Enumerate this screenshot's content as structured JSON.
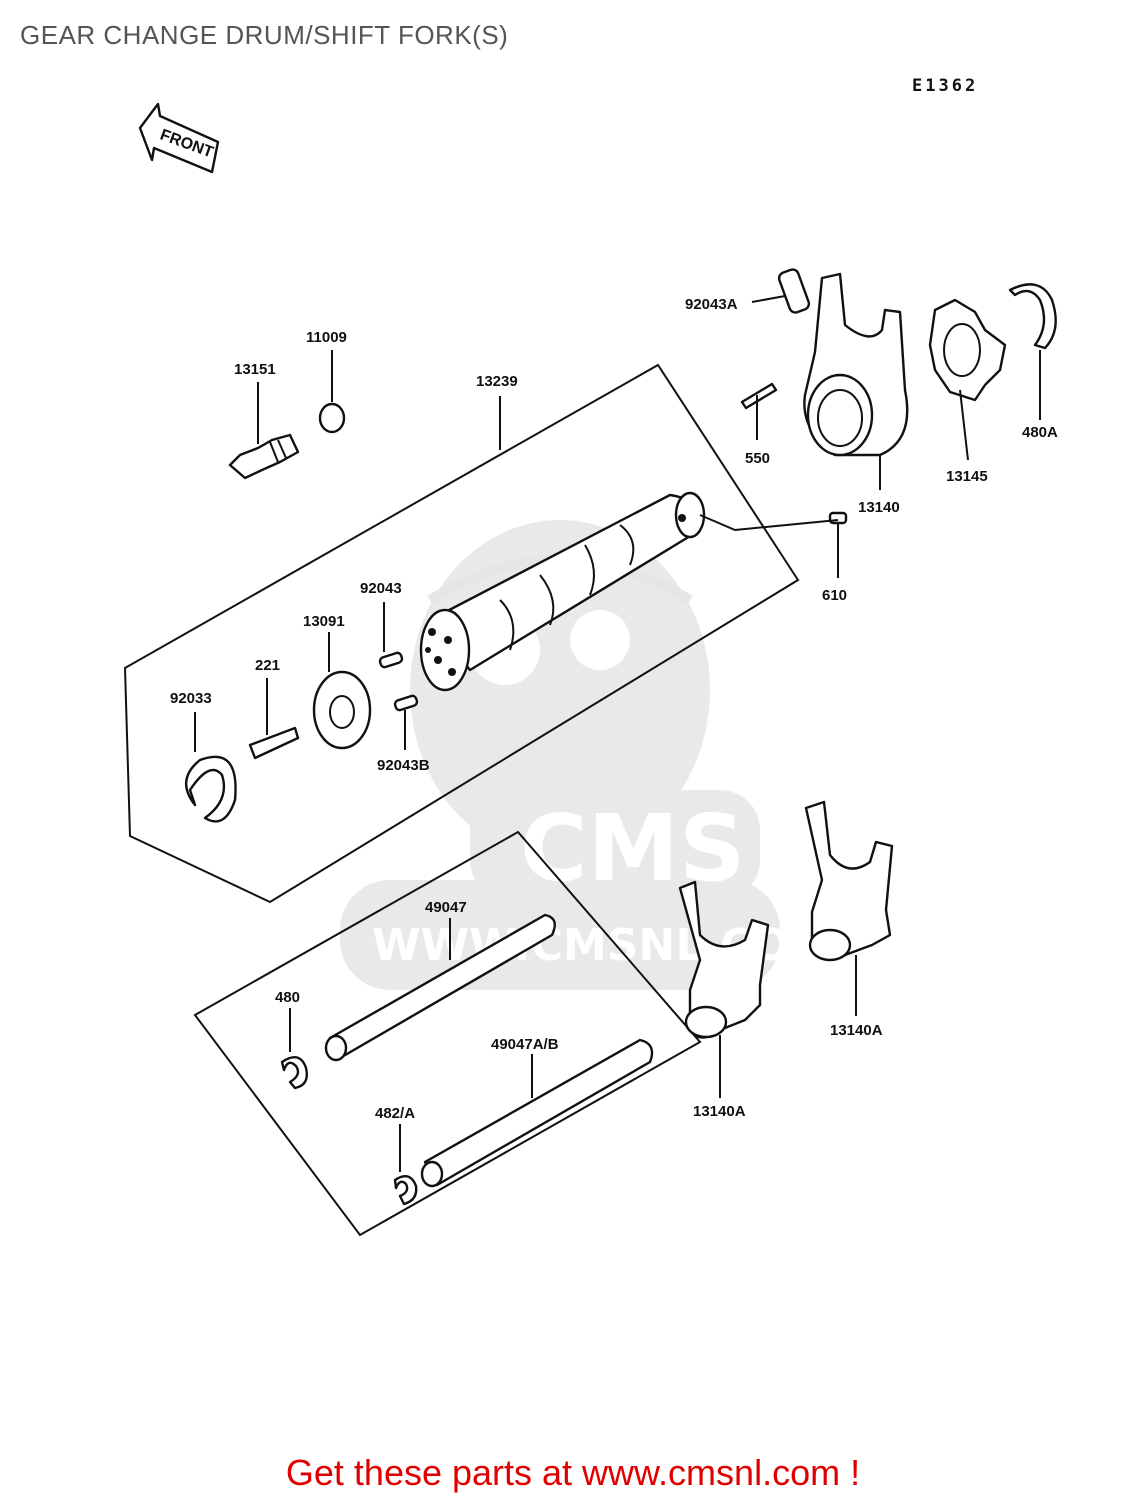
{
  "page": {
    "title": "GEAR CHANGE DRUM/SHIFT FORK(S)",
    "diagram_code": "E1362",
    "promo_text": "Get these parts at www.cmsnl.com !"
  },
  "watermark": {
    "brand": "CMS",
    "url": "WWW.CMSNL.COM"
  },
  "front_arrow": {
    "label": "FRONT"
  },
  "callouts": [
    {
      "name": "callout-92043A",
      "label": "92043A"
    },
    {
      "name": "callout-480A",
      "label": "480A"
    },
    {
      "name": "callout-550",
      "label": "550"
    },
    {
      "name": "callout-13145",
      "label": "13145"
    },
    {
      "name": "callout-13140",
      "label": "13140"
    },
    {
      "name": "callout-610",
      "label": "610"
    },
    {
      "name": "callout-11009",
      "label": "11009"
    },
    {
      "name": "callout-13151",
      "label": "13151"
    },
    {
      "name": "callout-13239",
      "label": "13239"
    },
    {
      "name": "callout-92043",
      "label": "92043"
    },
    {
      "name": "callout-13091",
      "label": "13091"
    },
    {
      "name": "callout-221",
      "label": "221"
    },
    {
      "name": "callout-92033",
      "label": "92033"
    },
    {
      "name": "callout-92043B",
      "label": "92043B"
    },
    {
      "name": "callout-49047",
      "label": "49047"
    },
    {
      "name": "callout-480",
      "label": "480"
    },
    {
      "name": "callout-49047AB",
      "label": "49047A/B"
    },
    {
      "name": "callout-482A",
      "label": "482/A"
    },
    {
      "name": "callout-13140A-left",
      "label": "13140A"
    },
    {
      "name": "callout-13140A-right",
      "label": "13140A"
    }
  ]
}
